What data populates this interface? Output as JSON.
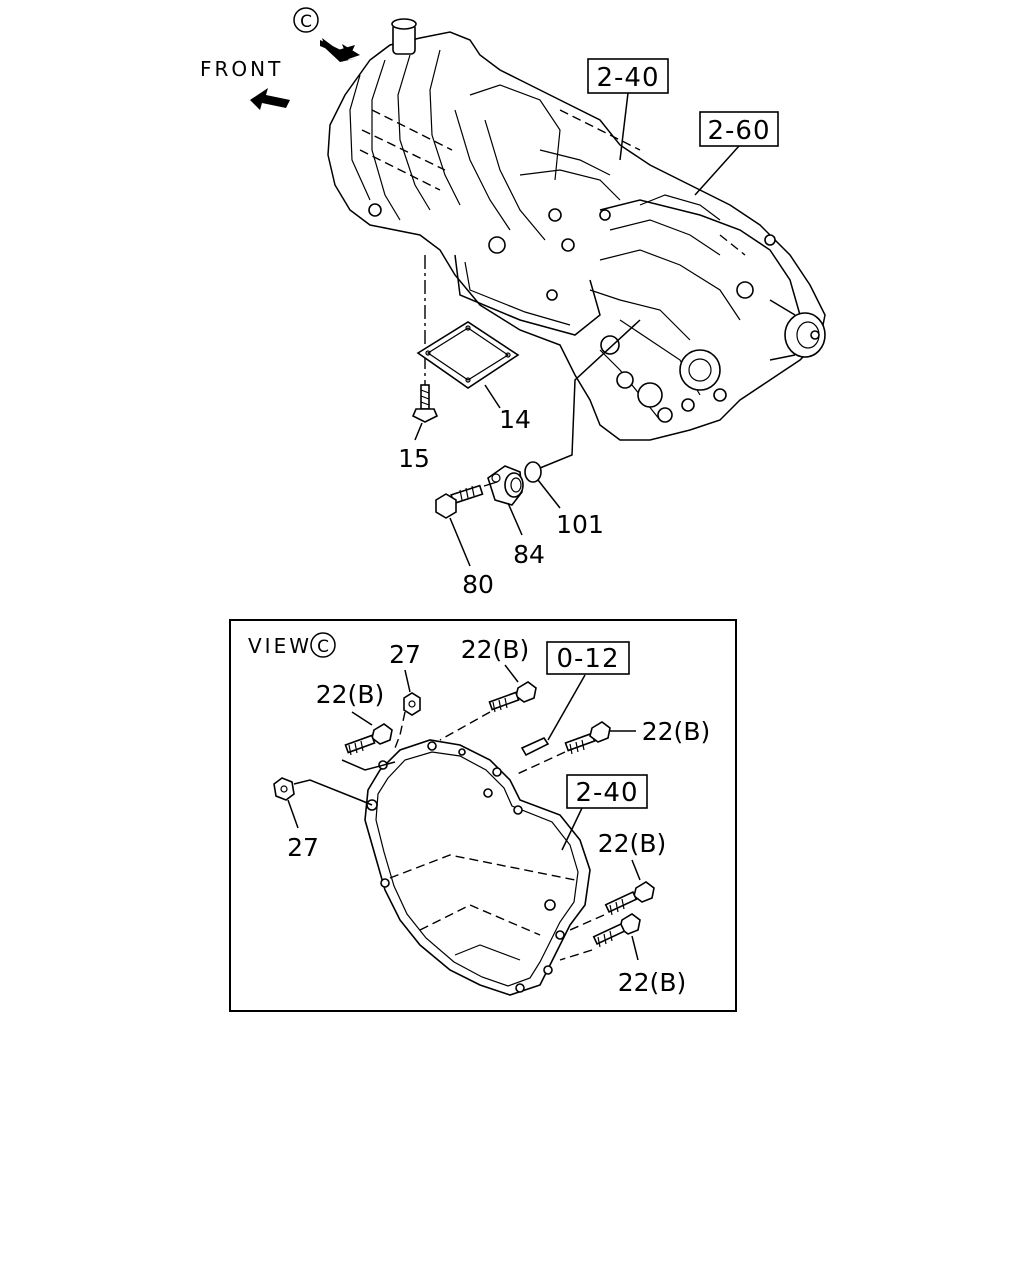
{
  "diagram": {
    "front_label": "FRONT",
    "view_marker": "C",
    "view_title": "VIEW",
    "view_marker_inset": "C",
    "refs": {
      "r_2_40_top": "2-40",
      "r_2_60": "2-60",
      "r_0_12": "0-12",
      "r_2_40_inset": "2-40"
    },
    "callouts": {
      "p14": "14",
      "p15": "15",
      "p101": "101",
      "p84": "84",
      "p80": "80",
      "p27_top": "27",
      "p22b_top": "22(B)",
      "p22b_left": "22(B)",
      "p22b_right": "22(B)",
      "p27_bottom": "27",
      "p22b_mid": "22(B)",
      "p22b_bottom": "22(B)"
    }
  }
}
